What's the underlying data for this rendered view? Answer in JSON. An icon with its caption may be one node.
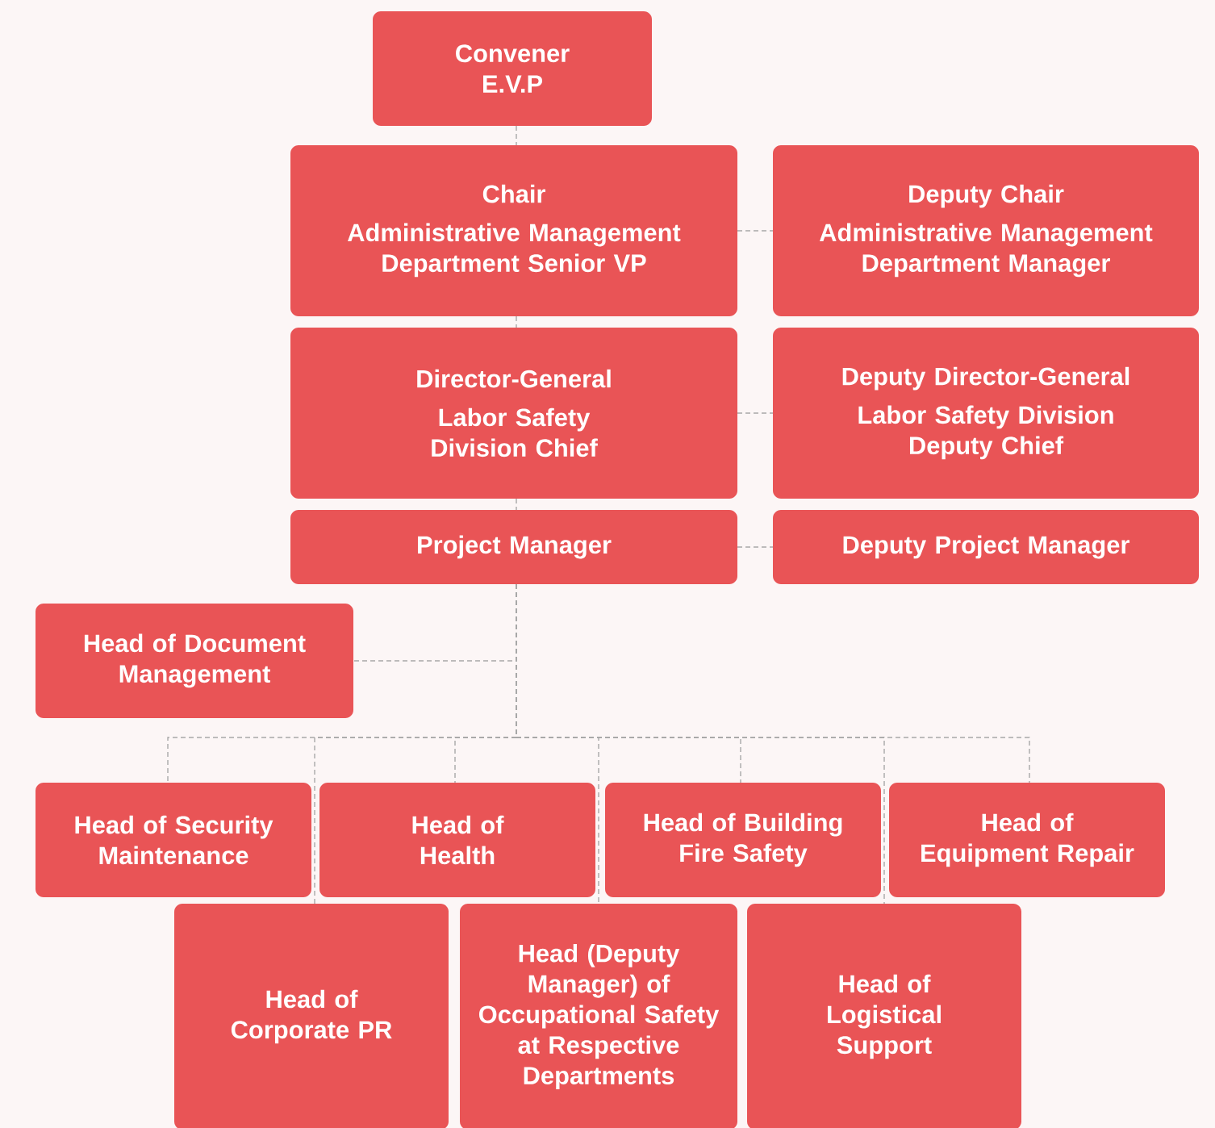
{
  "diagram": {
    "nodes": [
      {
        "text": [
          "Convener",
          "E.V.P"
        ]
      },
      {
        "text": [
          "Chair",
          "Administrative Management Department Senior VP"
        ]
      },
      {
        "text": [
          "Deputy Chair",
          "Administrative Management Department Manager"
        ]
      },
      {
        "text": [
          "Director-General",
          "Labor Safety Division Chief"
        ]
      },
      {
        "text": [
          "Deputy Director-General",
          "Labor Safety Division Deputy Chief"
        ]
      },
      {
        "text": [
          "Project Manager"
        ]
      },
      {
        "text": [
          "Deputy Project Manager"
        ]
      },
      {
        "text": [
          "Head of Document Management"
        ]
      },
      {
        "text": [
          "Head of Security Maintenance"
        ]
      },
      {
        "text": [
          "Head of Health"
        ]
      },
      {
        "text": [
          "Head of Building Fire Safety"
        ]
      },
      {
        "text": [
          "Head of Equipment Repair"
        ]
      },
      {
        "text": [
          "Head of Corporate PR"
        ]
      },
      {
        "text": [
          "Head (Deputy Manager) of Occupational Safety at Respective Departments"
        ]
      },
      {
        "text": [
          "Head of Logistical Support"
        ]
      }
    ],
    "edges": [
      {
        "from": 0,
        "to": 1,
        "arrow": "none",
        "style": "dashed"
      },
      {
        "from": 1,
        "to": 2,
        "arrow": "none",
        "style": "dashed"
      },
      {
        "from": 1,
        "to": 3,
        "arrow": "none",
        "style": "dashed"
      },
      {
        "from": 3,
        "to": 4,
        "arrow": "none",
        "style": "dashed"
      },
      {
        "from": 3,
        "to": 5,
        "arrow": "none",
        "style": "dashed"
      },
      {
        "from": 5,
        "to": 6,
        "arrow": "none",
        "style": "dashed"
      },
      {
        "from": 5,
        "to": 7,
        "arrow": "none",
        "style": "dashed"
      },
      {
        "from": 5,
        "to": 8,
        "arrow": "none",
        "style": "dashed"
      },
      {
        "from": 5,
        "to": 12,
        "arrow": "none",
        "style": "dashed"
      },
      {
        "from": 5,
        "to": 9,
        "arrow": "none",
        "style": "dashed"
      },
      {
        "from": 5,
        "to": 13,
        "arrow": "none",
        "style": "dashed"
      },
      {
        "from": 5,
        "to": 10,
        "arrow": "none",
        "style": "dashed"
      },
      {
        "from": 5,
        "to": 14,
        "arrow": "none",
        "style": "dashed"
      },
      {
        "from": 5,
        "to": 11,
        "arrow": "none",
        "style": "dashed"
      }
    ]
  }
}
